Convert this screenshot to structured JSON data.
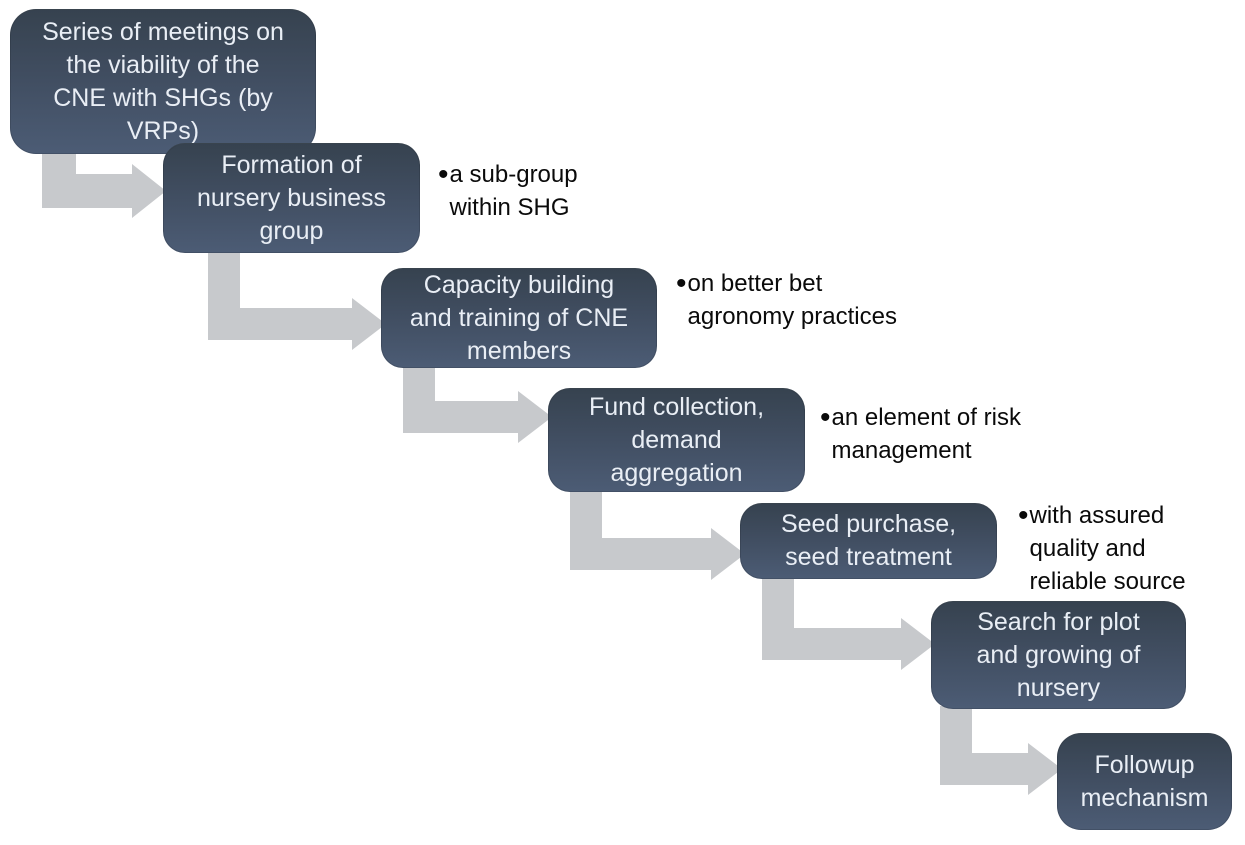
{
  "diagram": {
    "type": "stepped-process",
    "steps": [
      {
        "label": "Series of meetings on\nthe viability of the\nCNE with SHGs (by\nVRPs)",
        "note": ""
      },
      {
        "label": "Formation of\nnursery business\ngroup",
        "note": "a sub-group\nwithin SHG"
      },
      {
        "label": "Capacity building\nand training of CNE\nmembers",
        "note": "on better bet\nagronomy practices"
      },
      {
        "label": "Fund collection,\ndemand\naggregation",
        "note": "an element of risk\nmanagement"
      },
      {
        "label": "Seed purchase,\nseed treatment",
        "note": "with assured\nquality and\nreliable source"
      },
      {
        "label": "Search for plot\nand growing of\nnursery",
        "note": ""
      },
      {
        "label": "Followup\nmechanism",
        "note": ""
      }
    ]
  },
  "bullet": "•",
  "colors": {
    "box_gradient_top": "#36424f",
    "box_gradient_mid": "#404d60",
    "box_gradient_bottom": "#4c5c75",
    "box_text": "#e9eef5",
    "arrow_fill": "#c7c9cc",
    "note_text": "#0a0a0a",
    "background": "#ffffff"
  }
}
